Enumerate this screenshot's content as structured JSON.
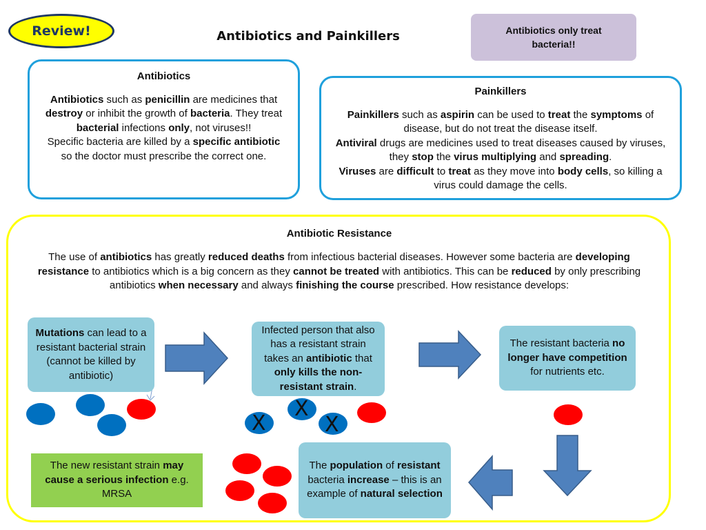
{
  "header": {
    "badge": "Review!",
    "title": "Antibiotics and Painkillers",
    "note": "Antibiotics only treat bacteria!!"
  },
  "antibiotics_card": {
    "title": "Antibiotics",
    "body_html": "<b>Antibiotics</b> such as <b>penicillin</b> are medicines that <b>destroy</b> or inhibit the growth of <b>bacteria</b>. They treat <b>bacterial</b> infections <b>only</b>, not viruses!!<br>Specific bacteria are killed by a <b>specific antibiotic</b> so the doctor must prescribe the correct one."
  },
  "painkillers_card": {
    "title": "Painkillers",
    "body_html": "<b>Painkillers</b> such as <b>aspirin</b> can be used to <b>treat</b> the <b>symptoms</b> of disease, but do not treat the disease itself.<br><b>Antiviral</b> drugs are medicines used to treat diseases caused by viruses, they <b>stop</b> the <b>virus multiplying</b> and <b>spreading</b>.<br><b>Viruses</b> are <b>difficult</b> to <b>treat</b> as they move into <b>body cells</b>, so killing a virus could damage the cells."
  },
  "resistance": {
    "title": "Antibiotic Resistance",
    "intro_html": "The use of <b>antibiotics</b> has greatly <b>reduced deaths</b> from infectious bacterial diseases. However some bacteria are <b>developing resistance</b> to antibiotics which is a big concern as they <b>cannot be treated</b> with antibiotics. This can be <b>reduced</b> by only prescribing antibiotics <b>when necessary</b> and always <b>finishing the course</b> prescribed. How resistance develops:",
    "steps": [
      "<b>Mutations</b> can lead to a resistant bacterial strain (cannot be killed by antibiotic)",
      "Infected person that also has a resistant strain takes an <b>antibiotic</b> that <b>only kills the non-resistant strain</b>.",
      "The resistant bacteria <b>no longer have competition</b> for nutrients etc.",
      "The <b>population</b> of <b>resistant</b> bacteria <b>increase</b> – this is an example of <b>natural selection</b>",
      "The new resistant strain <b>may cause a serious infection</b> e.g. MRSA"
    ],
    "cross_mark": "X"
  },
  "colors": {
    "card_border": "#1fa0dc",
    "step_fill": "#92cddc",
    "final_fill": "#92d050",
    "arrow_fill": "#4f81bd",
    "frame_border": "#ffff00",
    "bacteria_blue": "#0070c0",
    "bacteria_red": "#ff0000"
  }
}
